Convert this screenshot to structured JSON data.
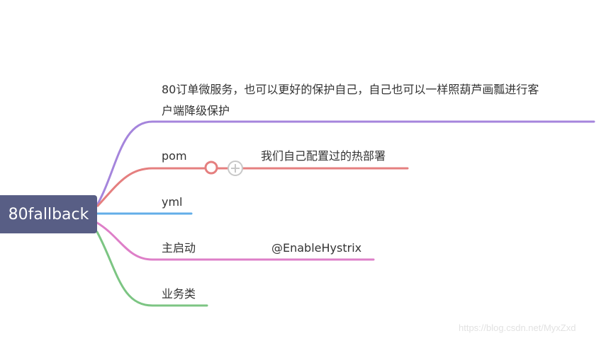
{
  "root": {
    "label": "80fallback",
    "color": "#585e85"
  },
  "branches": [
    {
      "label_line1": "80订单微服务，也可以更好的保护自己，自己也可以一样照葫芦画瓢进行客",
      "label_line2": "户端降级保护",
      "color": "#a585dc"
    },
    {
      "label": "pom",
      "child": "我们自己配置过的热部署",
      "color": "#e57f7f"
    },
    {
      "label": "yml",
      "color": "#62aee8"
    },
    {
      "label": "主启动",
      "child": "@EnableHystrix",
      "color": "#de7fc8"
    },
    {
      "label": "业务类",
      "color": "#7cc583"
    }
  ],
  "watermark": "https://blog.csdn.net/MyxZxd"
}
